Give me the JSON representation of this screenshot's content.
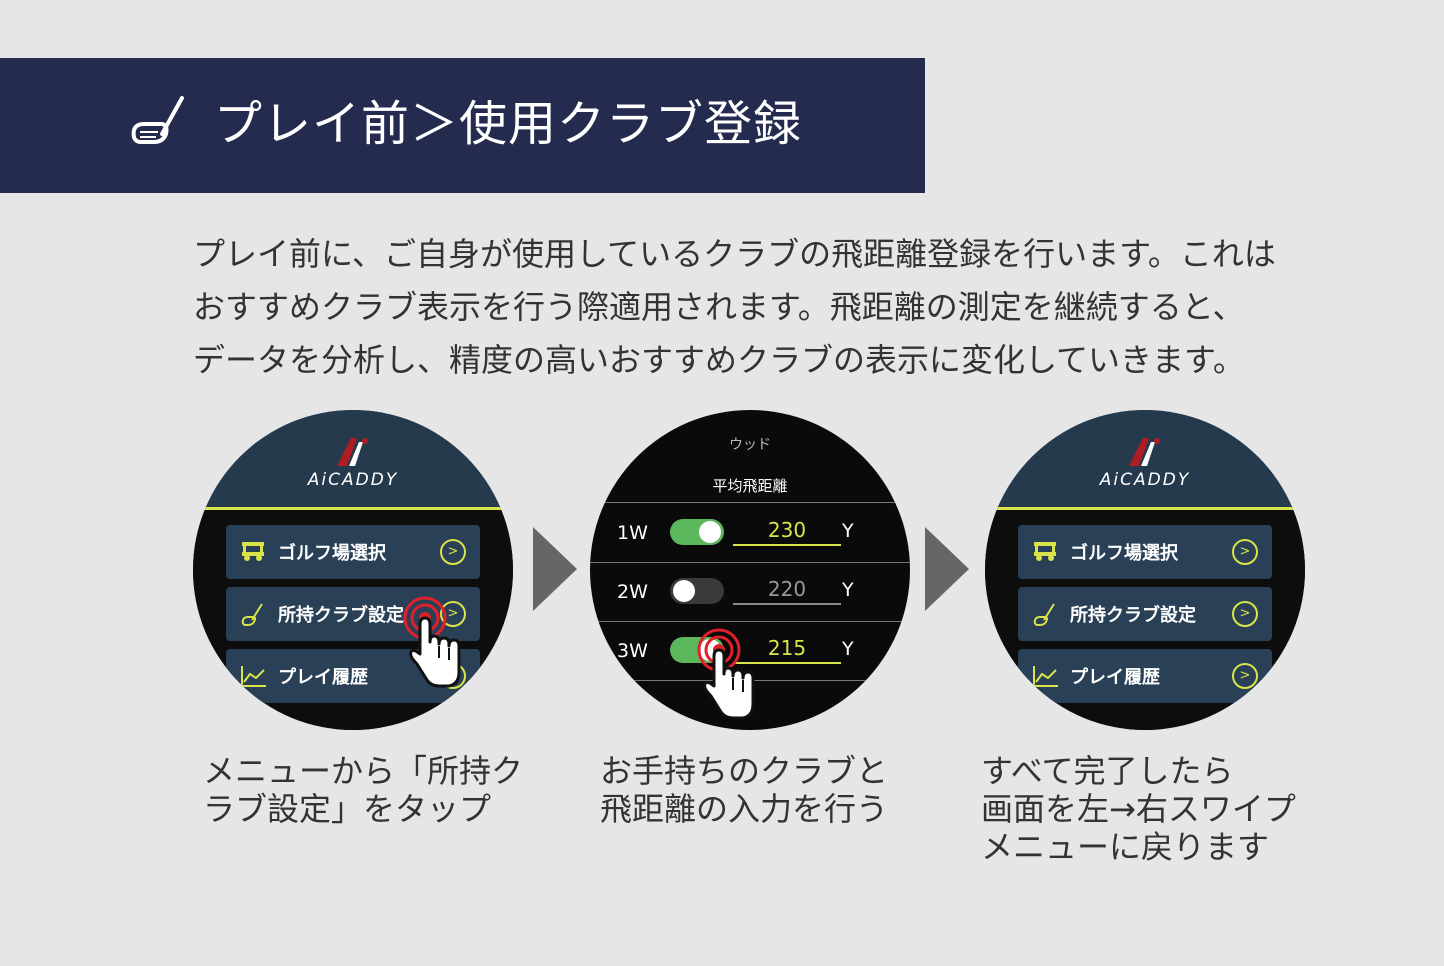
{
  "header": {
    "icon": "golf-club-icon",
    "title": "プレイ前＞使用クラブ登録"
  },
  "intro": {
    "line1": "プレイ前に、ご自身が使用しているクラブの飛距離登録を行います。これは",
    "line2": "おすすめクラブ表示を行う際適用されます。飛距離の測定を継続すると、",
    "line3": "データを分析し、精度の高いおすすめクラブの表示に変化していきます。"
  },
  "screen_menu": {
    "logo_text": "AiCADDY",
    "items": [
      {
        "label": "ゴルフ場選択",
        "icon": "golf-cart-icon"
      },
      {
        "label": "所持クラブ設定",
        "icon": "golf-club-icon"
      },
      {
        "label": "プレイ履歴",
        "icon": "line-chart-icon"
      }
    ]
  },
  "screen_clubs": {
    "category": "ウッド",
    "subtitle": "平均飛距離",
    "unit": "Y",
    "rows": [
      {
        "club": "1W",
        "enabled": true,
        "distance": "230"
      },
      {
        "club": "2W",
        "enabled": false,
        "distance": "220"
      },
      {
        "club": "3W",
        "enabled": true,
        "distance": "215"
      }
    ]
  },
  "steps": [
    {
      "line1": "メニューから「所持ク",
      "line2": "ラブ設定」をタップ"
    },
    {
      "line1": "お手持ちのクラブと",
      "line2": "飛距離の入力を行う"
    },
    {
      "line1": "すべて完了したら",
      "line2": "画面を左→右スワイプ",
      "line3": "メニューに戻ります"
    }
  ],
  "colors": {
    "banner": "#252a4f",
    "accent": "#d8e44a",
    "toggle_on": "#5cb85c",
    "tap_ring": "#e0202a"
  }
}
